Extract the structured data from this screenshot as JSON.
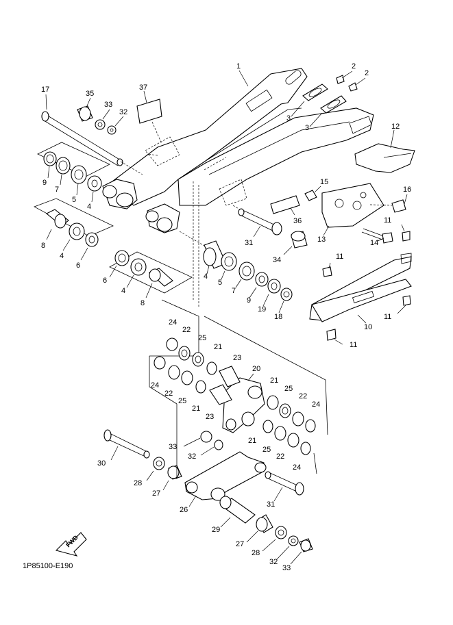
{
  "diagram": {
    "code": "1P85100-E190",
    "fwd_label": "FWD",
    "callouts": [
      {
        "id": "c1",
        "text": "1"
      },
      {
        "id": "c2a",
        "text": "2"
      },
      {
        "id": "c2b",
        "text": "2"
      },
      {
        "id": "c3a",
        "text": "3"
      },
      {
        "id": "c3b",
        "text": "3"
      },
      {
        "id": "c17",
        "text": "17"
      },
      {
        "id": "c35",
        "text": "35"
      },
      {
        "id": "c33a",
        "text": "33"
      },
      {
        "id": "c32a",
        "text": "32"
      },
      {
        "id": "c37",
        "text": "37"
      },
      {
        "id": "c12",
        "text": "12"
      },
      {
        "id": "c9a",
        "text": "9"
      },
      {
        "id": "c7a",
        "text": "7"
      },
      {
        "id": "c5a",
        "text": "5"
      },
      {
        "id": "c4a",
        "text": "4"
      },
      {
        "id": "c15",
        "text": "15"
      },
      {
        "id": "c16",
        "text": "16"
      },
      {
        "id": "c36",
        "text": "36"
      },
      {
        "id": "c11a",
        "text": "11"
      },
      {
        "id": "c8a",
        "text": "8"
      },
      {
        "id": "c4b",
        "text": "4"
      },
      {
        "id": "c6a",
        "text": "6"
      },
      {
        "id": "c31a",
        "text": "31"
      },
      {
        "id": "c13",
        "text": "13"
      },
      {
        "id": "c14",
        "text": "14"
      },
      {
        "id": "c34",
        "text": "34"
      },
      {
        "id": "c11b",
        "text": "11"
      },
      {
        "id": "c6b",
        "text": "6"
      },
      {
        "id": "c4c",
        "text": "4"
      },
      {
        "id": "c8b",
        "text": "8"
      },
      {
        "id": "c4d",
        "text": "4"
      },
      {
        "id": "c5b",
        "text": "5"
      },
      {
        "id": "c7b",
        "text": "7"
      },
      {
        "id": "c9b",
        "text": "9"
      },
      {
        "id": "c19",
        "text": "19"
      },
      {
        "id": "c18",
        "text": "18"
      },
      {
        "id": "c10",
        "text": "10"
      },
      {
        "id": "c11c",
        "text": "11"
      },
      {
        "id": "c11d",
        "text": "11"
      },
      {
        "id": "c24a",
        "text": "24"
      },
      {
        "id": "c22a",
        "text": "22"
      },
      {
        "id": "c25a",
        "text": "25"
      },
      {
        "id": "c21a",
        "text": "21"
      },
      {
        "id": "c23a",
        "text": "23"
      },
      {
        "id": "c20",
        "text": "20"
      },
      {
        "id": "c24b",
        "text": "24"
      },
      {
        "id": "c22b",
        "text": "22"
      },
      {
        "id": "c25b",
        "text": "25"
      },
      {
        "id": "c21b",
        "text": "21"
      },
      {
        "id": "c23b",
        "text": "23"
      },
      {
        "id": "c21c",
        "text": "21"
      },
      {
        "id": "c25c",
        "text": "25"
      },
      {
        "id": "c22c",
        "text": "22"
      },
      {
        "id": "c24c",
        "text": "24"
      },
      {
        "id": "c21d",
        "text": "21"
      },
      {
        "id": "c25d",
        "text": "25"
      },
      {
        "id": "c22d",
        "text": "22"
      },
      {
        "id": "c24d",
        "text": "24"
      },
      {
        "id": "c33b",
        "text": "33"
      },
      {
        "id": "c32b",
        "text": "32"
      },
      {
        "id": "c30",
        "text": "30"
      },
      {
        "id": "c28a",
        "text": "28"
      },
      {
        "id": "c27a",
        "text": "27"
      },
      {
        "id": "c26",
        "text": "26"
      },
      {
        "id": "c31b",
        "text": "31"
      },
      {
        "id": "c29",
        "text": "29"
      },
      {
        "id": "c27b",
        "text": "27"
      },
      {
        "id": "c28b",
        "text": "28"
      },
      {
        "id": "c32c",
        "text": "32"
      },
      {
        "id": "c33c",
        "text": "33"
      }
    ]
  }
}
